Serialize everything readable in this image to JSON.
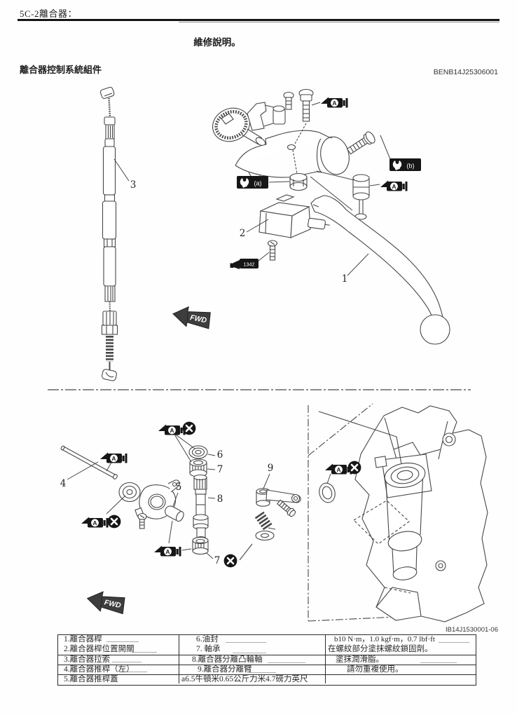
{
  "page": {
    "section_header": "5C-2離合器：",
    "title": "維修說明。",
    "subtitle": "離合器控制系統組件",
    "doc_code": "BENB14J25306001",
    "figure_code": "IB14J1530001-06"
  },
  "callouts": {
    "lever": "1",
    "switch": "2",
    "cable": "3",
    "pushrod": "4",
    "cover": "5",
    "oil_seal": "6",
    "bearing": "7",
    "camshaft": "8",
    "release_arm": "9"
  },
  "symbols": {
    "grease_letter": "A",
    "torque_a_label": "(a)",
    "torque_b_label": "(b)",
    "threadlock_label": "1342",
    "fwd_label": "FWD"
  },
  "parts_table": {
    "rows": [
      [
        "1.離合器桿",
        "6.油封",
        "b10 N·m，1.0 kgf·m，0.7 lbf·ft"
      ],
      [
        "2.離合器桿位置開關",
        "7. 軸承",
        "在螺紋部分塗抹螺紋鎖固劑。"
      ],
      [
        "3.離合器拉索",
        "8.離合器分離凸輪軸",
        "塗抹潤滑脂。"
      ],
      [
        "4.離合器推桿（左）",
        "9.離合器分離臂",
        "請勿重複使用。"
      ],
      [
        "5.離合器推桿蓋",
        "a6.5牛頓米0.65公斤力米4.7磅力英尺",
        ""
      ]
    ]
  }
}
